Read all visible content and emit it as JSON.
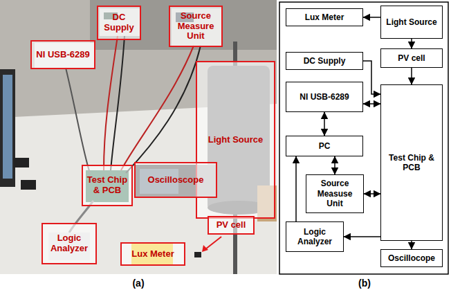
{
  "diagram": {
    "nodes": [
      {
        "text": [
          "DC Supply"
        ]
      },
      {
        "text": [
          "Source Measure Unit"
        ]
      },
      {
        "text": [
          "NI USB-6289"
        ]
      },
      {
        "text": [
          "Light Source"
        ]
      },
      {
        "text": [
          "Test Chip & PCB"
        ]
      },
      {
        "text": [
          "Oscilloscope"
        ]
      },
      {
        "text": [
          "Logic Analyzer"
        ]
      },
      {
        "text": [
          "PV cell"
        ]
      },
      {
        "text": [
          "Lux Meter"
        ]
      },
      {
        "text": [
          "Lux Meter"
        ]
      },
      {
        "text": [
          "Light Source"
        ]
      },
      {
        "text": [
          "PV cell"
        ]
      },
      {
        "text": [
          "DC Supply"
        ]
      },
      {
        "text": [
          "NI USB-6289"
        ]
      },
      {
        "text": [
          "PC"
        ]
      },
      {
        "text": [
          "Test Chip & PCB"
        ]
      },
      {
        "text": [
          "Source Measuse Unit"
        ]
      },
      {
        "text": [
          "Logic Analyzer"
        ]
      },
      {
        "text": [
          "Oscillocope"
        ]
      }
    ],
    "edges": [
      {
        "from": 10,
        "to": 9,
        "arrow": "to"
      },
      {
        "from": 10,
        "to": 11,
        "arrow": "to"
      },
      {
        "from": 11,
        "to": 15,
        "arrow": "to"
      },
      {
        "from": 12,
        "to": 15,
        "arrow": "to"
      },
      {
        "from": 13,
        "to": 15,
        "arrow": "both"
      },
      {
        "from": 13,
        "to": 14,
        "arrow": "both"
      },
      {
        "from": 14,
        "to": 16,
        "arrow": "both"
      },
      {
        "from": 16,
        "to": 15,
        "arrow": "both"
      },
      {
        "from": 17,
        "to": 14,
        "arrow": "to"
      },
      {
        "from": 15,
        "to": 17,
        "arrow": "to"
      },
      {
        "from": 15,
        "to": 18,
        "arrow": "to"
      }
    ],
    "labels": [
      "(a)",
      "(b)"
    ]
  }
}
